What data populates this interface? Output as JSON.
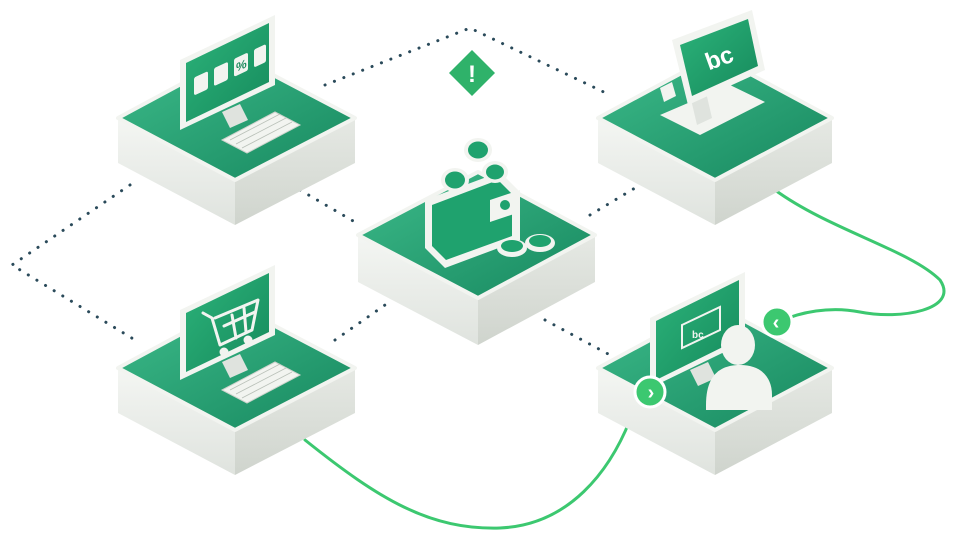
{
  "colors": {
    "platform_top": "#1f9a6e",
    "platform_top_light": "#38b586",
    "platform_side": "#e9ece8",
    "platform_side_dark": "#d3d7d2",
    "screen_green": "#1fa26e",
    "device_white": "#f2f4f0",
    "dots": "#2a4a5a",
    "line_green": "#3cc870",
    "alert_green": "#2fb26a"
  },
  "icons": {
    "screen_tiles": [
      "bc-coin-icon",
      "plant-icon",
      "percent-icon",
      "gift-icon"
    ],
    "percent_glyph": "%",
    "alert_glyph": "!",
    "arrow_right": "›",
    "arrow_left": "‹",
    "pos_logo": "bc",
    "customer_card_logo": "bc"
  },
  "nodes": [
    {
      "id": "online-store",
      "icon": "desktop-computer-icon"
    },
    {
      "id": "wallet-hub",
      "icon": "wallet-icon"
    },
    {
      "id": "pos-terminal",
      "icon": "pos-terminal-icon"
    },
    {
      "id": "shopping-cart-store",
      "icon": "shopping-cart-icon"
    },
    {
      "id": "customer-checkout",
      "icon": "customer-icon"
    }
  ]
}
